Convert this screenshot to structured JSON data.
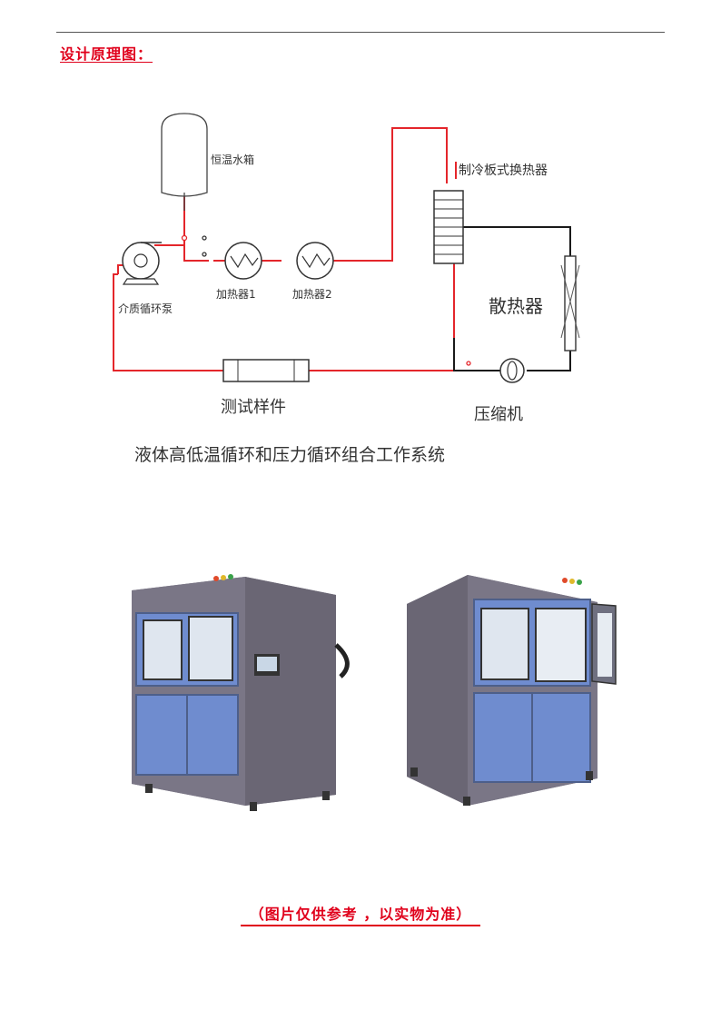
{
  "header": {
    "title": "设计原理图："
  },
  "diagram": {
    "labels": {
      "tank": "恒温水箱",
      "exchanger": "制冷板式换热器",
      "heater1": "加热器1",
      "heater2": "加热器2",
      "pump": "介质循环泵",
      "radiator": "散热器",
      "sample": "测试样件",
      "compressor": "压缩机"
    },
    "caption": "液体高低温循环和压力循环组合工作系统",
    "colors": {
      "liquid_line": "#e4262b",
      "refrigerant_line": "#1a1a1a",
      "component_stroke": "#333333"
    }
  },
  "photos": {
    "colors": {
      "frame": "#6e6878",
      "panel": "#6f8ccf",
      "glass": "#dfe6ef"
    }
  },
  "footer": {
    "disclaimer": "（图片仅供参考  ，以实物为准）"
  }
}
